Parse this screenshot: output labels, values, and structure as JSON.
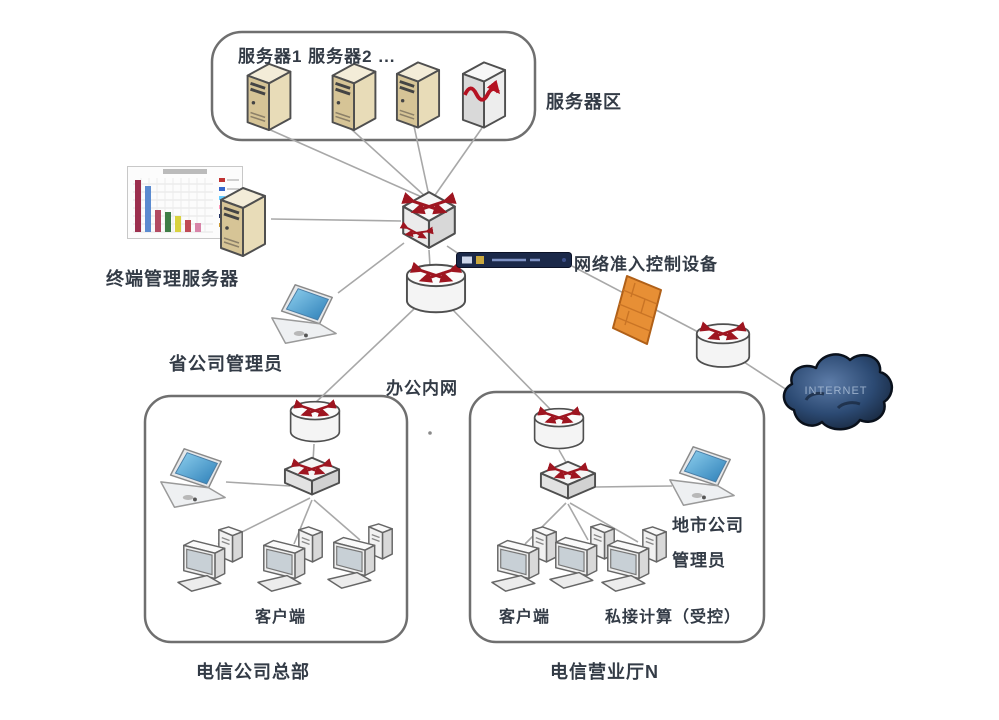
{
  "diagram_type": "network-topology",
  "labels": {
    "server_row": "服务器1  服务器2 ...",
    "server_zone": "服务器区",
    "terminal_mgmt_server": "终端管理服务器",
    "province_admin": "省公司管理员",
    "nac_device": "网络准入控制设备",
    "office_intranet": "办公内网",
    "hq_client": "客户端",
    "hq_title": "电信公司总部",
    "hall_client": "客户端",
    "hall_private_pc": "私接计算（受控）",
    "city_admin_line1": "地市公司",
    "city_admin_line2": "管理员",
    "hall_title": "电信营业厅N",
    "internet": "INTERNET"
  },
  "icons": {
    "server-icon": "isometric-beige-tower",
    "managed-server-icon": "isometric-tower-with-red-wave",
    "core-switch-icon": "cube-with-red-arrows",
    "lan-switch-icon": "flat-box-with-red-arrows",
    "router-icon": "cylinder-with-red-cross-arrows",
    "firewall-icon": "orange-brick-wall",
    "internet-cloud-icon": "dark-blue-cloud",
    "nac-appliance-icon": "navy-rack-appliance",
    "laptop-icon": "blue-screen-laptop",
    "desktop-pc-icon": "monitor-tower-keyboard",
    "report-chart-icon": "bar-chart-thumbnail"
  },
  "colors": {
    "background": "#ffffff",
    "line": "#a8a8a8",
    "zone_border": "#6f6f6f",
    "text": "#333b46",
    "arrow_red": "#9e1520",
    "server_beige": "#e8dcb8",
    "firewall_orange": "#e78f35",
    "nac_navy": "#1b2949",
    "cloud_blue": "#2c4a73",
    "laptop_blue": "#2d7fb8"
  }
}
